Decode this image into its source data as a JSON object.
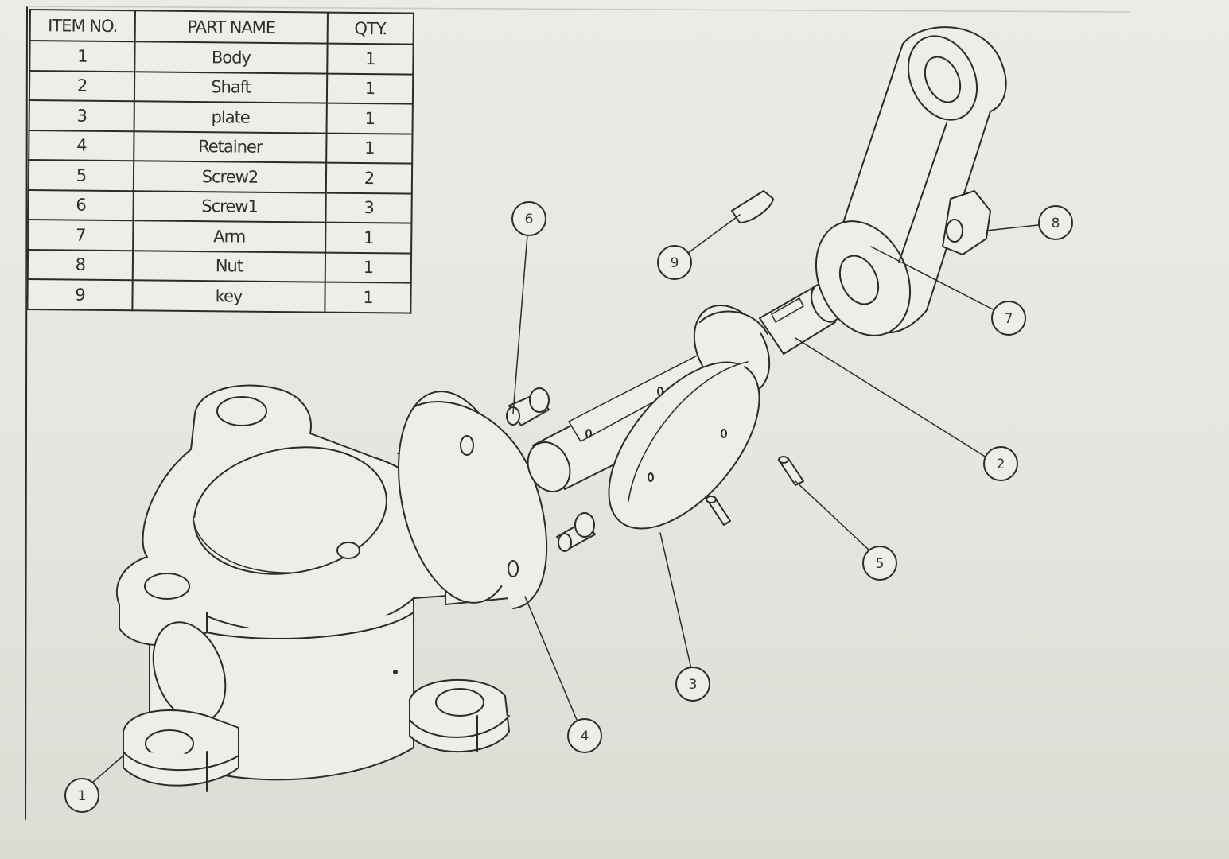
{
  "bom": {
    "headers": [
      "ITEM NO.",
      "PART NAME",
      "QTY."
    ],
    "rows": [
      [
        "1",
        "Body",
        "1"
      ],
      [
        "2",
        "Shaft",
        "1"
      ],
      [
        "3",
        "plate",
        "1"
      ],
      [
        "4",
        "Retainer",
        "1"
      ],
      [
        "5",
        "Screw2",
        "2"
      ],
      [
        "6",
        "Screw1",
        "3"
      ],
      [
        "7",
        "Arm",
        "1"
      ],
      [
        "8",
        "Nut",
        "1"
      ],
      [
        "9",
        "key",
        "1"
      ]
    ]
  },
  "balloons": {
    "b1": "1",
    "b2": "2",
    "b3": "3",
    "b4": "4",
    "b5": "5",
    "b6": "6",
    "b7": "7",
    "b8": "8",
    "b9": "9"
  },
  "colors": {
    "line": "#2b2b2b",
    "paper": "#e6e5df"
  }
}
